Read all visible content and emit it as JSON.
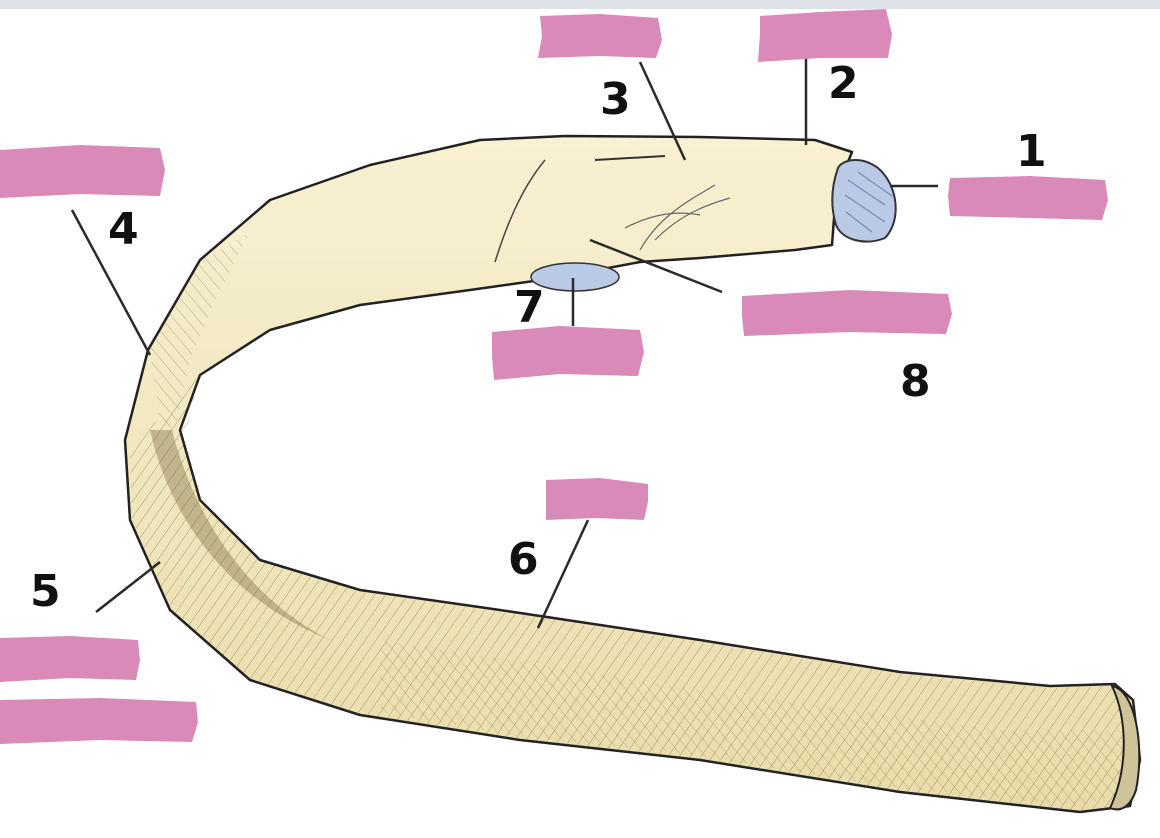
{
  "diagram": {
    "labels": [
      {
        "id": "1",
        "text": "1"
      },
      {
        "id": "2",
        "text": "2"
      },
      {
        "id": "3",
        "text": "3"
      },
      {
        "id": "4",
        "text": "4"
      },
      {
        "id": "5",
        "text": "5"
      },
      {
        "id": "6",
        "text": "6"
      },
      {
        "id": "7",
        "text": "7"
      },
      {
        "id": "8",
        "text": "8"
      }
    ],
    "colors": {
      "bone": "#f3ebc6",
      "bone_shadow": "#b9a46e",
      "cartilage": "#b9c9e6",
      "mask": "#d98ab8",
      "leader": "#2a2a2a"
    }
  }
}
